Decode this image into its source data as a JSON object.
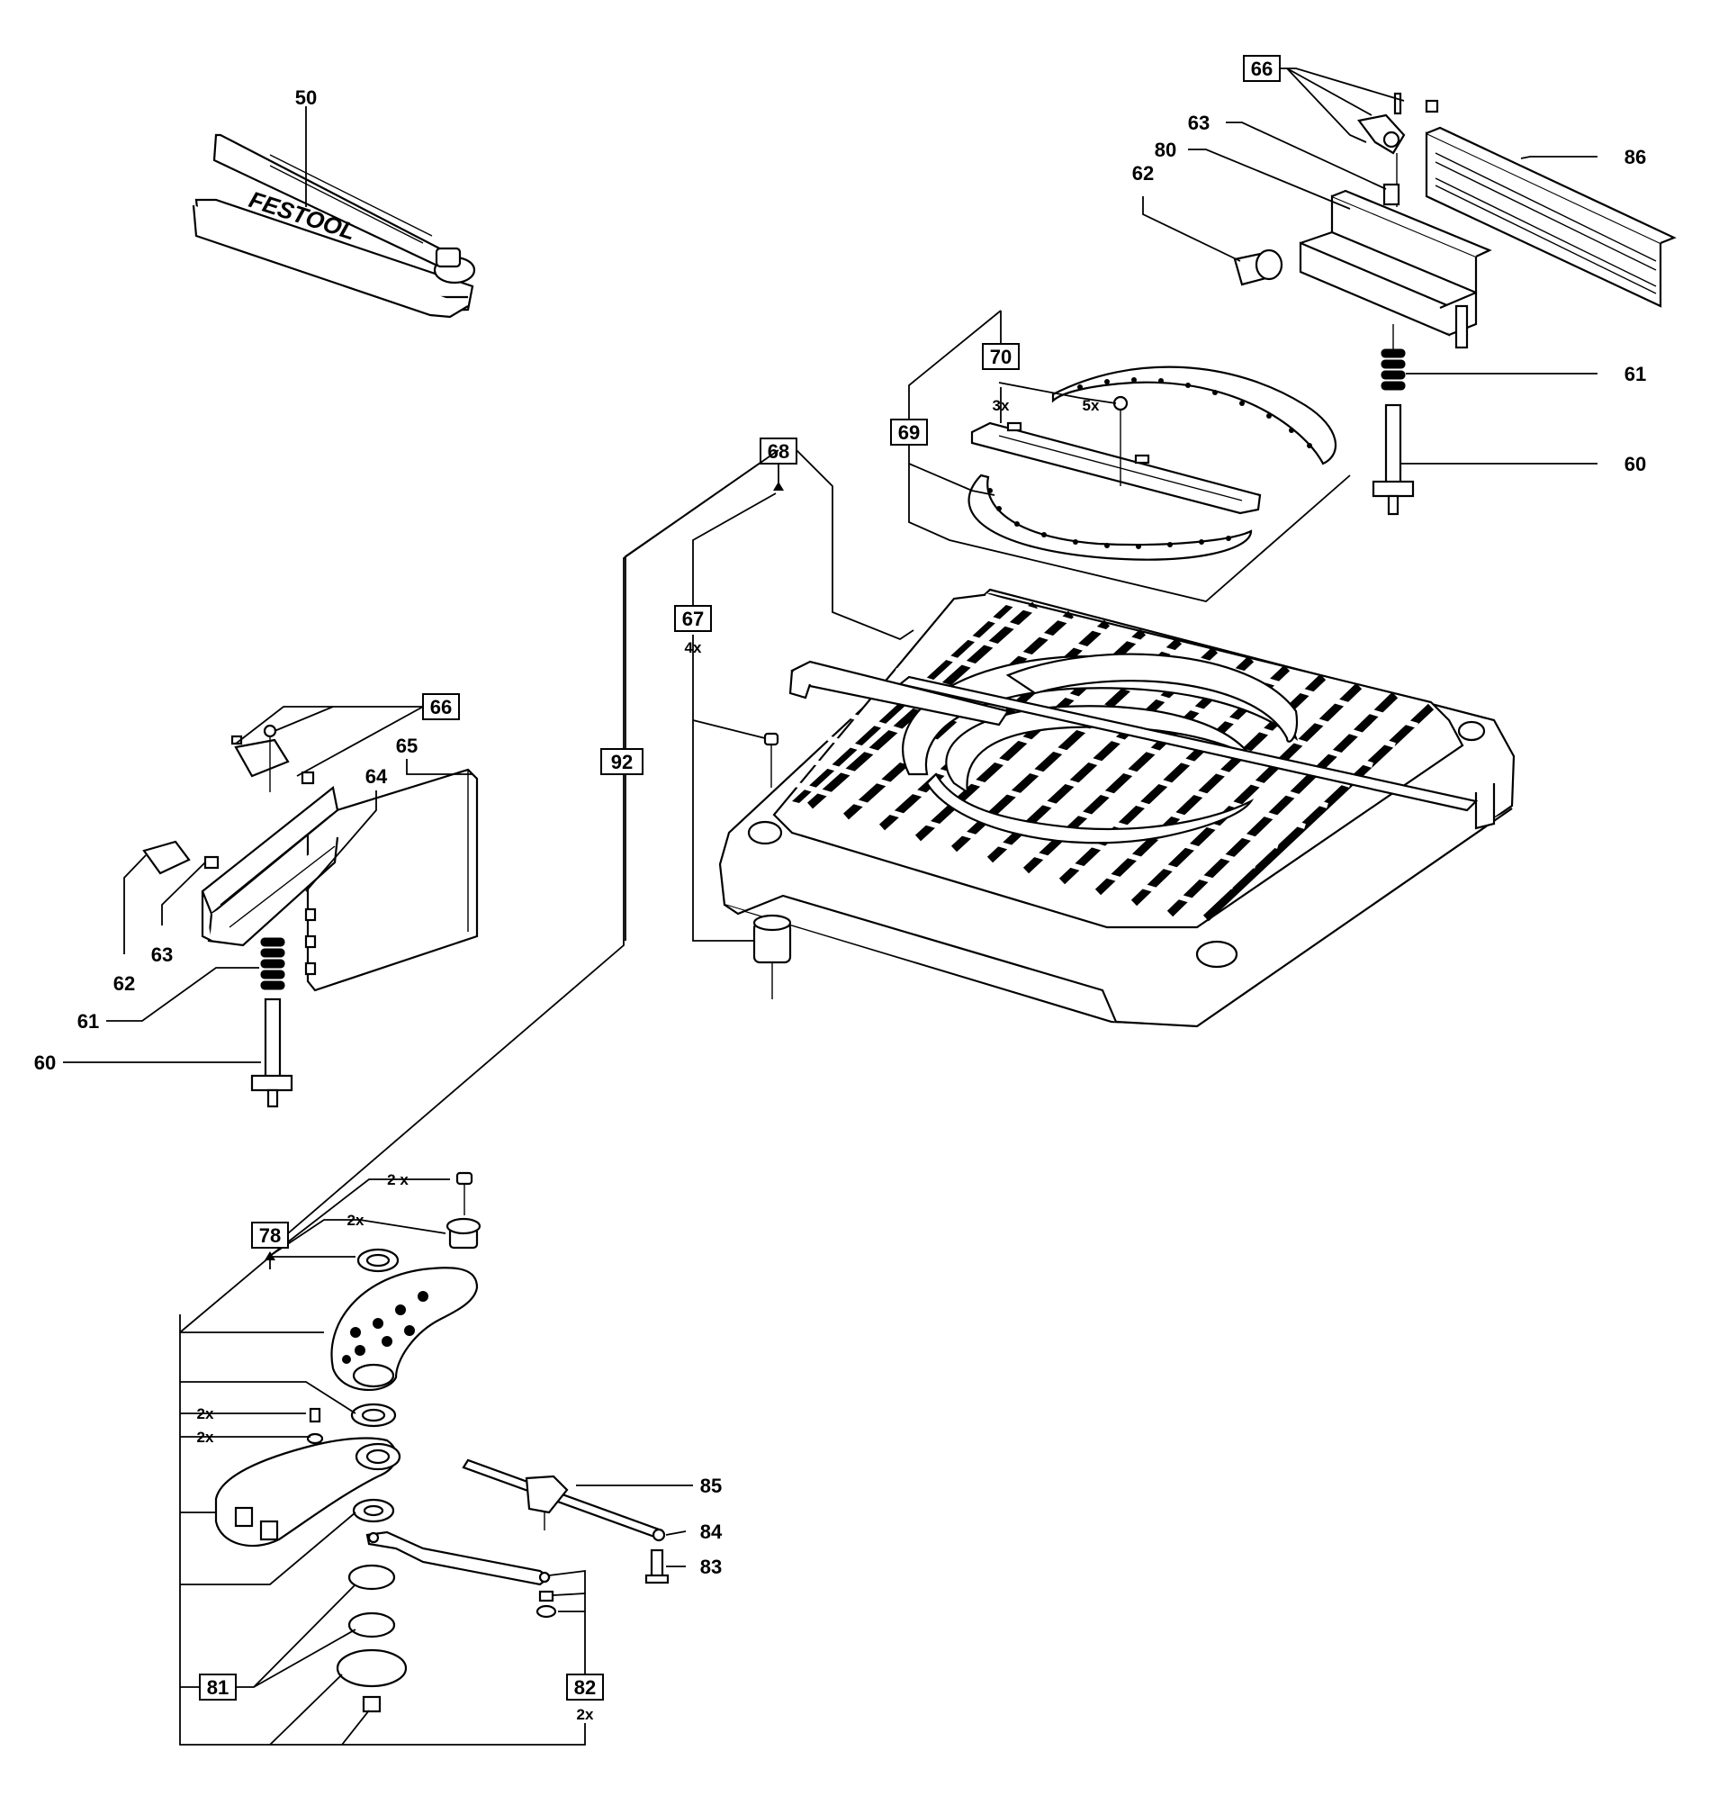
{
  "diagram": {
    "callouts": {
      "c50": "50",
      "c66_top": "66",
      "c63_top": "63",
      "c80": "80",
      "c62_top": "62",
      "c86": "86",
      "c61_right": "61",
      "c60_right": "60",
      "c70": "70",
      "c69": "69",
      "c68": "68",
      "c67": "67",
      "c92": "92",
      "c66_left": "66",
      "c65": "65",
      "c64": "64",
      "c63_left": "63",
      "c62_left": "62",
      "c61_left": "61",
      "c60_left": "60",
      "c78": "78",
      "c85": "85",
      "c84": "84",
      "c83": "83",
      "c81": "81",
      "c82": "82"
    },
    "quantities": {
      "q_3x": "3x",
      "q_5x": "5x",
      "q_4x": "4x",
      "q_2x_screw": "2 x",
      "q_2x_bushing": "2x",
      "q_2x_a": "2x",
      "q_2x_b": "2x",
      "q_2x_82": "2x"
    },
    "brand_mark": "FESTOOL"
  }
}
